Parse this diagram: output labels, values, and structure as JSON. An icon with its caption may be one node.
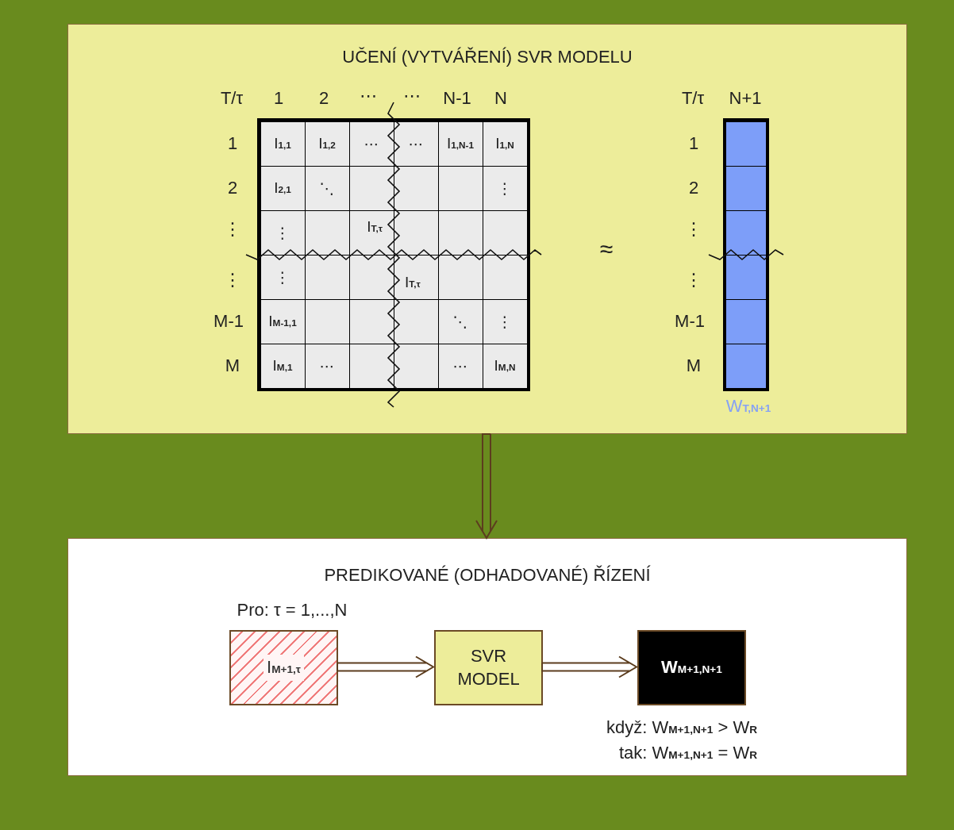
{
  "diagram": {
    "nodes": [
      {
        "text": [
          "UČENÍ (VYTVÁŘENÍ) SVR MODELU"
        ]
      },
      {
        "text": [
          "PREDIKOVANÉ (ODHADOVANÉ) ŘÍZENÍ"
        ]
      },
      {
        "text": [
          "I$_{M+1,τ}$"
        ],
        "in": 1
      },
      {
        "text": [
          "SVR MODEL"
        ],
        "in": 1
      },
      {
        "text": [
          "W$_{M+1,N+1}$"
        ],
        "in": 1,
        "beside": [
          "když: W$_{M+1,N+1}$ > W$_{R}$",
          "tak: W$_{M+1,N+1}$ = W$_{R}$"
        ]
      }
    ],
    "edges": [
      {
        "from": 0,
        "to": 1,
        "arrow": "to"
      },
      {
        "from": 2,
        "to": 3,
        "arrow": "to"
      },
      {
        "from": 3,
        "to": 4,
        "arrow": "to"
      }
    ],
    "labels": [
      "T/τ",
      "1",
      "2",
      "⋯",
      "⋯",
      "N-1",
      "N",
      "T/τ",
      "N+1",
      "1",
      "2",
      "⋮",
      "⋮",
      "M-1",
      "M",
      "I$_{1,1}$",
      "I$_{1,2}$",
      "⋯",
      "⋯",
      "I$_{1,N-1}$",
      "I$_{1,N}$",
      "I$_{2,1}$",
      "⋱",
      "⋮",
      "⋮",
      "I$_{T,τ}$",
      "⋮",
      "I$_{T,τ}$",
      "I$_{M-1,1}$",
      "⋱",
      "⋮",
      "I$_{M,1}$",
      "⋯",
      "⋯",
      "I$_{M,N}$",
      "≈",
      "1",
      "2",
      "⋮",
      "⋮",
      "M-1",
      "M",
      "W$_{T,N+1}$",
      "Pro: τ = 1,...,N"
    ]
  }
}
